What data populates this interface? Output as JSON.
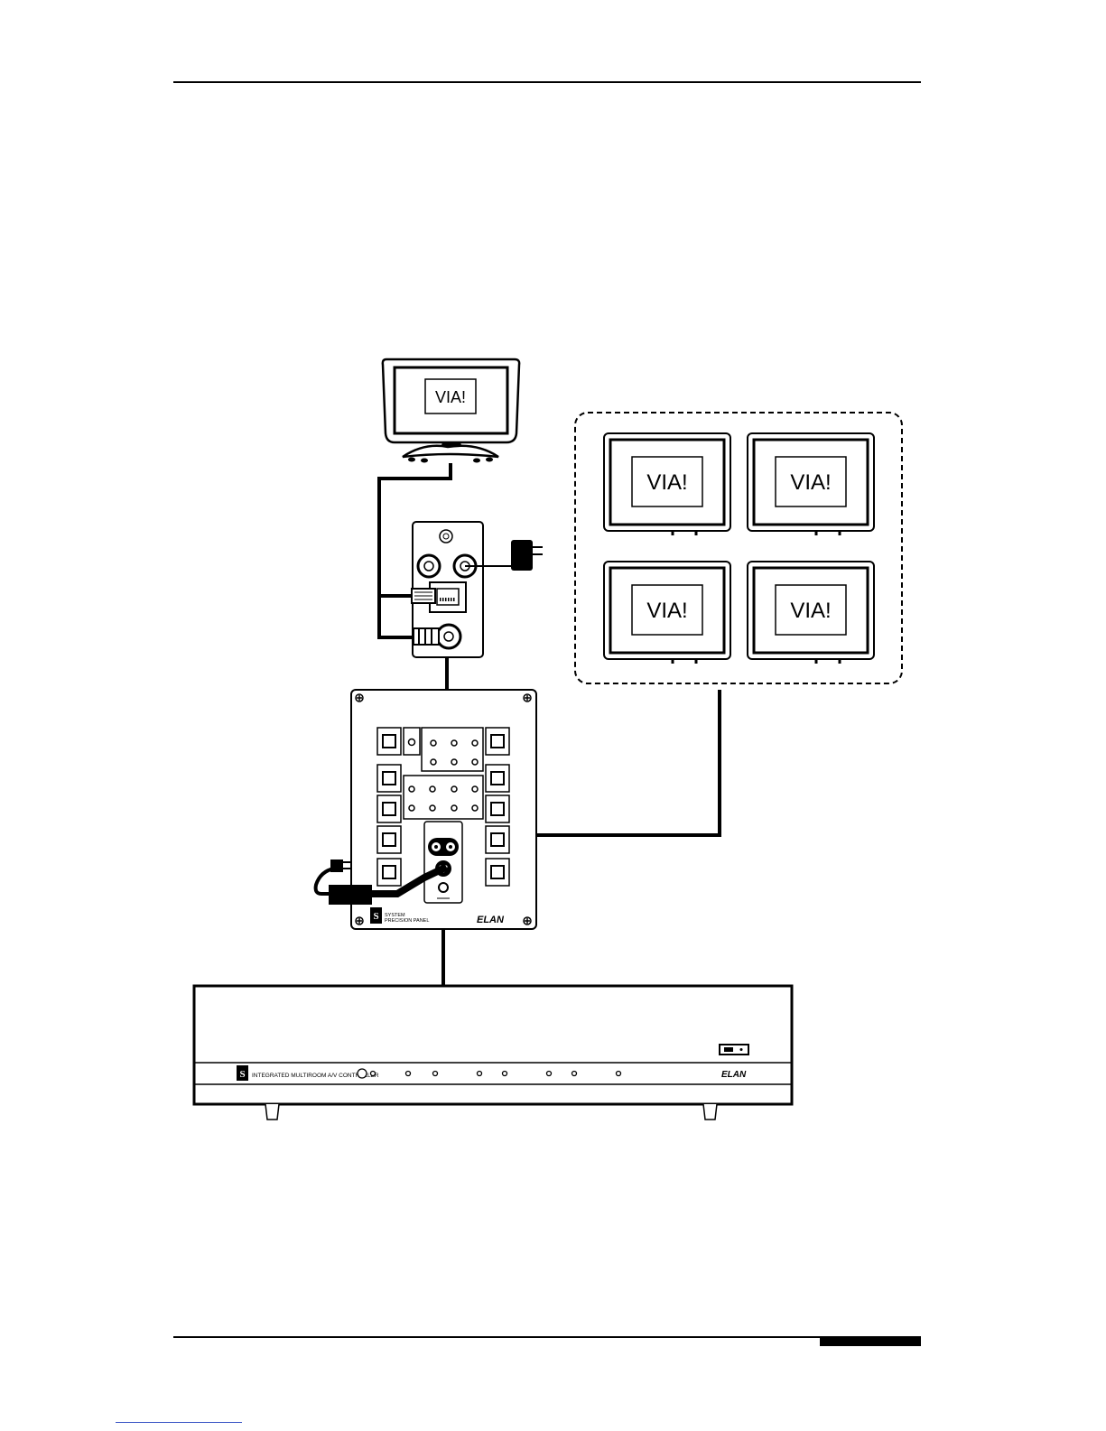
{
  "diagram": {
    "touchscreen_logo": "VIA!",
    "wall_panel_logo": "VIA!",
    "precision_panel": {
      "label_line1": "SYSTEM",
      "label_line2": "PRECISION PANEL",
      "brand": "ELAN"
    },
    "controller": {
      "label": "INTEGRATED MULTIROOM A/V CONTROLLER",
      "brand": "ELAN"
    }
  }
}
